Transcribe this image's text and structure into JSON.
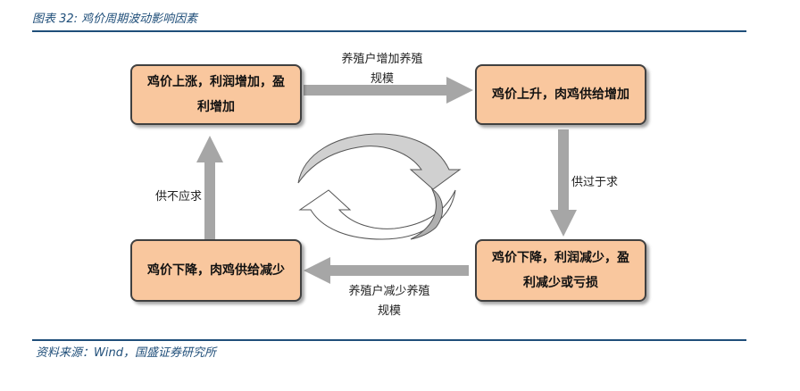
{
  "caption": "图表 32: 鸡价周期波动影响因素",
  "source": "资料来源：Wind，国盛证券研究所",
  "boxes": {
    "top_left": "鸡价上涨，利润增加，盈利增加",
    "top_right": "鸡价上升，肉鸡供给增加",
    "bottom_right": "鸡价下降，利润减少，盈利减少或亏损",
    "bottom_left": "鸡价下降，肉鸡供给减少"
  },
  "arrows": {
    "top": "养殖户增加养殖规模",
    "right": "供过于求",
    "bottom": "养殖户减少养殖规模",
    "left": "供不应求"
  },
  "colors": {
    "box_fill": "#f9c79e",
    "arrow_fill": "#a6a6a6",
    "rule": "#1f4e79"
  }
}
